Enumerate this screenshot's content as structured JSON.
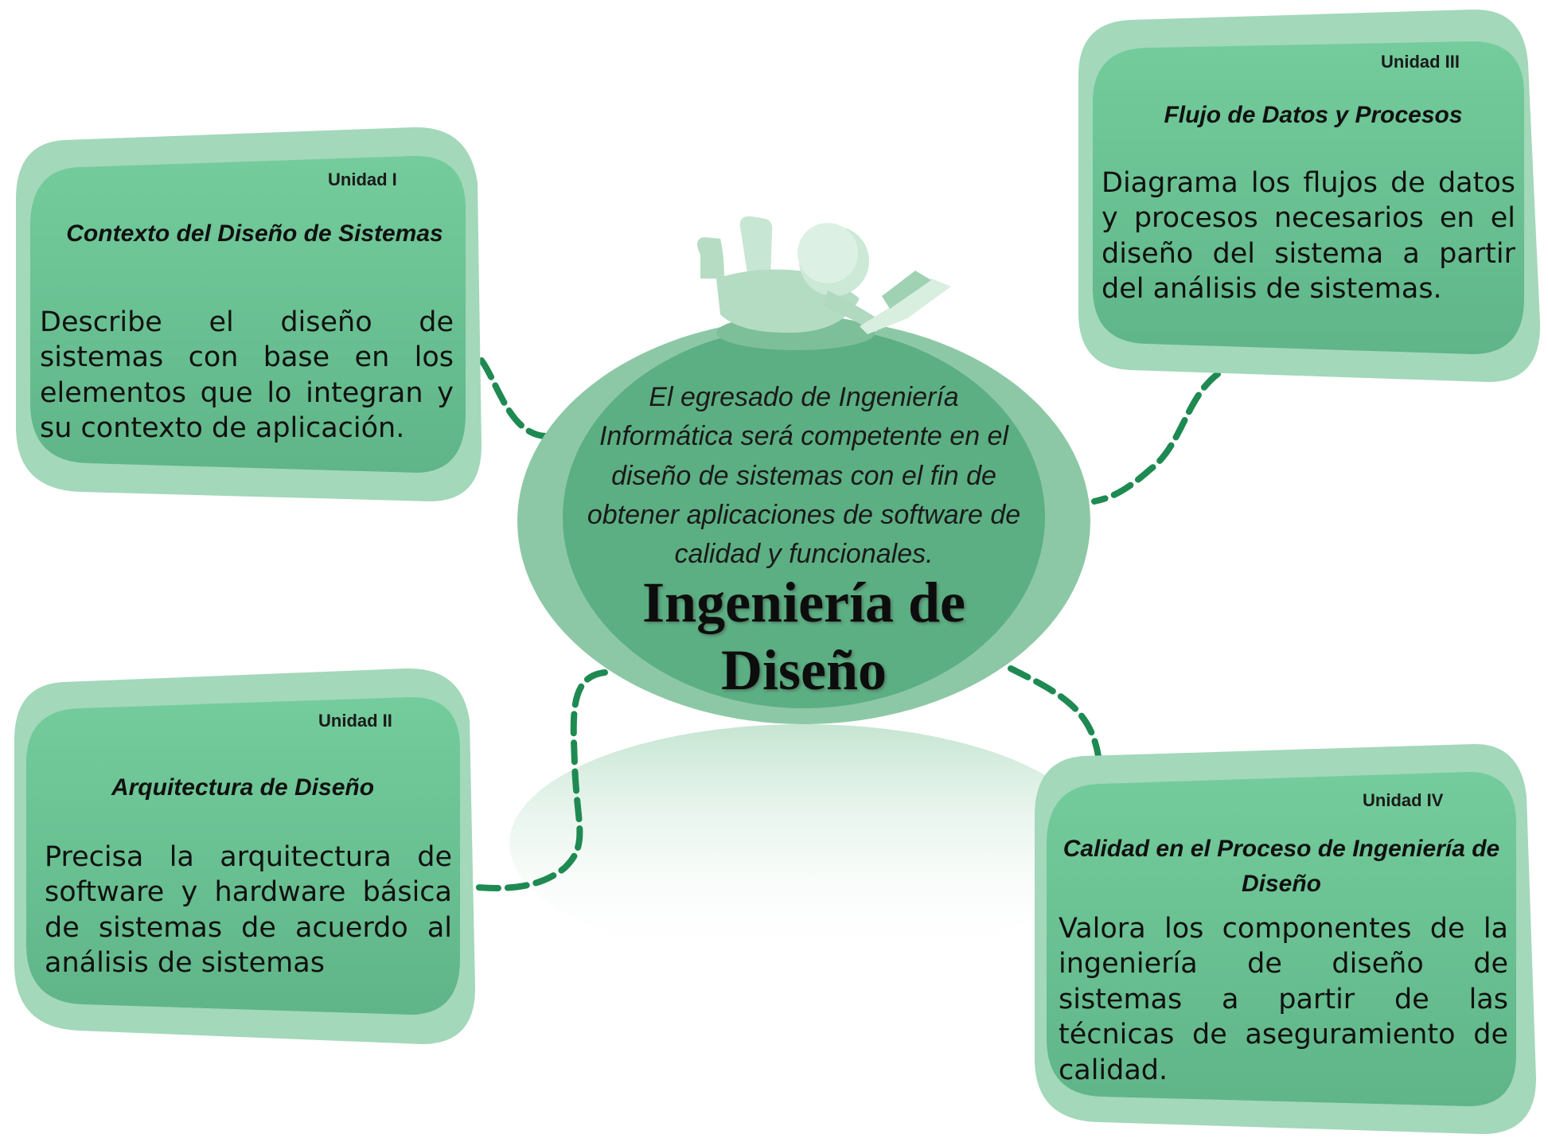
{
  "diagram": {
    "type": "mind-map",
    "colors": {
      "box_fill": "#6ec697",
      "box_outer": "#a3d8ba",
      "box_shadow": "#8fcba9",
      "ellipse_outer": "#8dc8a6",
      "ellipse_inner": "#5caf83",
      "connector": "#1e8a52"
    },
    "center": {
      "description": "El egresado de Ingeniería Informática será competente en el diseño de sistemas con el fin de obtener aplicaciones de software de calidad y funcionales.",
      "title_line1": "Ingeniería de",
      "title_line2": "Diseño",
      "figure_icon": "person-with-laptop-icon"
    },
    "units": [
      {
        "id": "unidad-1",
        "label": "Unidad I",
        "title": "Contexto del Diseño de Sistemas",
        "description": "Describe el diseño de sistemas con base en los elementos que lo integran y su contexto de aplicación."
      },
      {
        "id": "unidad-2",
        "label": "Unidad II",
        "title": "Arquitectura de Diseño",
        "description": "Precisa la arquitectura de software y hardware básica de sistemas de acuerdo al análisis de sistemas"
      },
      {
        "id": "unidad-3",
        "label": "Unidad III",
        "title": "Flujo de Datos y Procesos",
        "description": "Diagrama los flujos de datos y procesos necesarios en el diseño del sistema a partir del análisis de sistemas."
      },
      {
        "id": "unidad-4",
        "label": "Unidad IV",
        "title": "Calidad en el Proceso de Ingeniería de Diseño",
        "description": "Valora los componentes de la ingeniería de diseño de sistemas a partir de las técnicas de aseguramiento de calidad."
      }
    ]
  }
}
